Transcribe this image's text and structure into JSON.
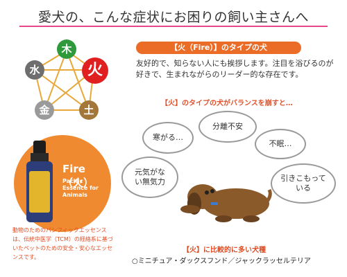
{
  "header": {
    "title": "愛犬の、こんな症状にお困りの飼い主さんへ"
  },
  "elements": {
    "wood": "木",
    "fire": "火",
    "water": "水",
    "metal": "金",
    "earth": "土"
  },
  "product": {
    "name": "Fire（火）",
    "subtitle": "Pacific Essence for Animals",
    "description": "動物のためのパシフィックエッセンスは、伝統中医学（TCM）の経絡系に基づいたペットのための安全・安心なエッセンスです。"
  },
  "fire_type": {
    "header": "【火（Fire）】のタイプの犬",
    "description": "友好的で、知らない人にも挨拶します。注目を浴びるのが好きで、生まれながらのリーダー的な存在です。",
    "imbalance_title": "【火】のタイプの犬がバランスを崩すと…",
    "symptoms": [
      "寒がる…",
      "分離不安",
      "不眠…",
      "元気がない無気力",
      "引きこもっている"
    ]
  },
  "breeds": {
    "title": "【火】に比較的に多い犬種",
    "list": "○ミニチュア・ダックスフンド／ジャックラッセルテリア"
  }
}
